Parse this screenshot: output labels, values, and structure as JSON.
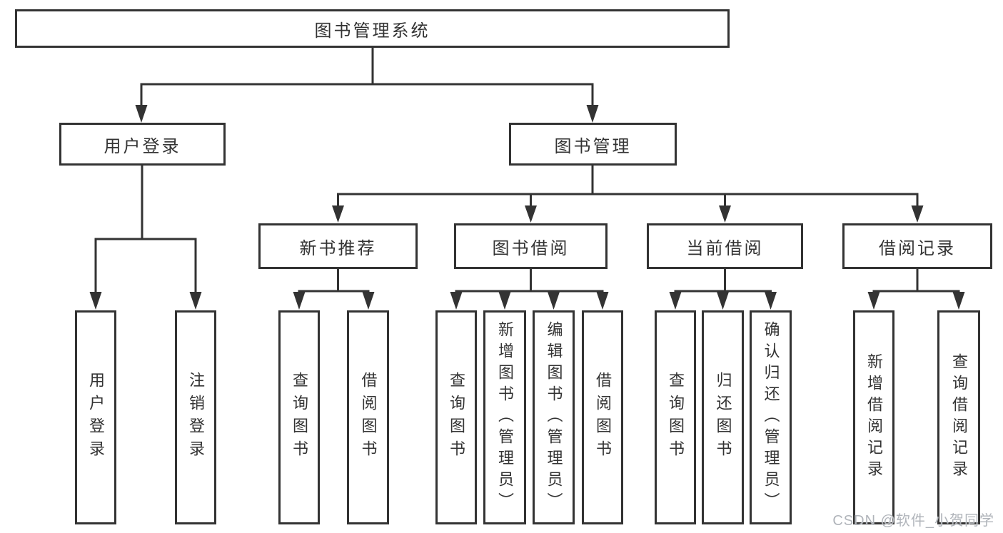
{
  "colors": {
    "stroke": "#333333",
    "text": "#333333",
    "watermark": "#b0b4ba",
    "background": "#ffffff"
  },
  "watermark": "CSDN @软件_小贺同学",
  "tree": {
    "root": "图书管理系统",
    "branches": [
      {
        "label": "用户登录",
        "children": [
          "用户登录",
          "注销登录"
        ]
      },
      {
        "label": "图书管理",
        "sections": [
          {
            "label": "新书推荐",
            "children": [
              "查询图书",
              "借阅图书"
            ]
          },
          {
            "label": "图书借阅",
            "children": [
              "查询图书",
              "新增图书（管理员）",
              "编辑图书（管理员）",
              "借阅图书"
            ]
          },
          {
            "label": "当前借阅",
            "children": [
              "查询图书",
              "归还图书",
              "确认归还（管理员）"
            ]
          },
          {
            "label": "借阅记录",
            "children": [
              "新增借阅记录",
              "查询借阅记录"
            ]
          }
        ]
      }
    ]
  }
}
